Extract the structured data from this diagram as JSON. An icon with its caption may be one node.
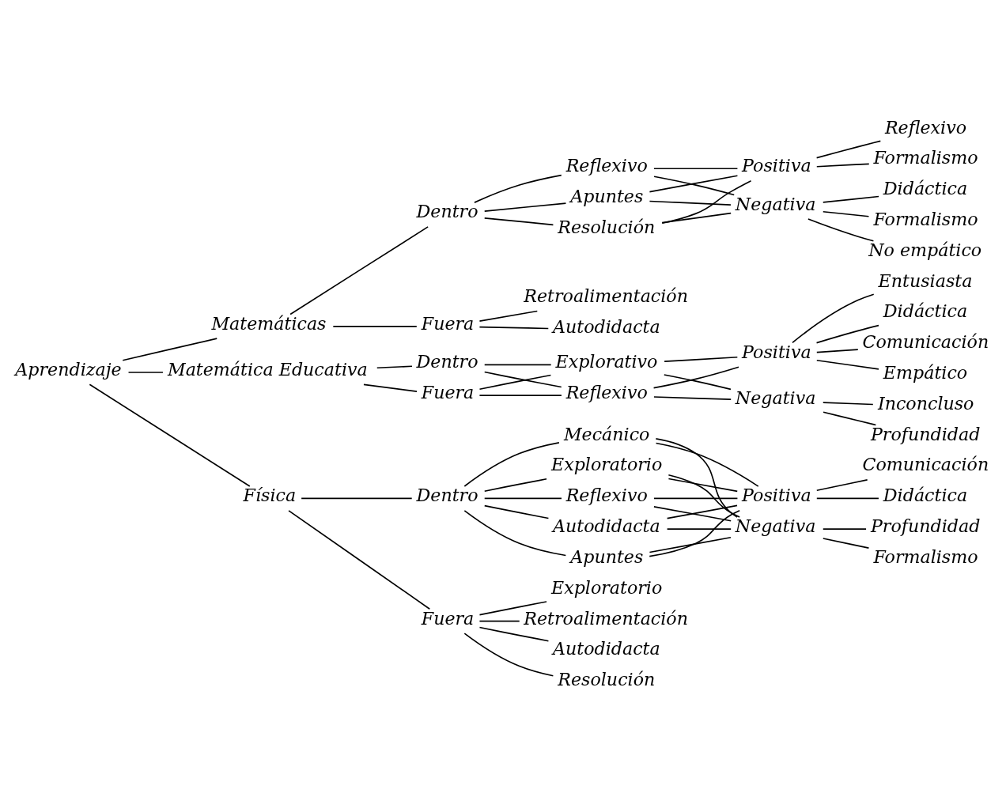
{
  "diagram": {
    "nodes": [
      {
        "text": [
          "Aprendizaje"
        ]
      },
      {
        "text": [
          "Matemáticas"
        ]
      },
      {
        "text": [
          "Dentro"
        ]
      },
      {
        "text": [
          "Reflexivo"
        ]
      },
      {
        "text": [
          "Apuntes"
        ]
      },
      {
        "text": [
          "Resolución"
        ]
      },
      {
        "text": [
          "Positiva"
        ]
      },
      {
        "text": [
          "Formalismo"
        ]
      },
      {
        "text": [
          "Reflexivo"
        ]
      },
      {
        "text": [
          "Negativa"
        ]
      },
      {
        "text": [
          "Didáctica"
        ]
      },
      {
        "text": [
          "Formalismo"
        ]
      },
      {
        "text": [
          "No empático"
        ]
      },
      {
        "text": [
          "Fuera"
        ]
      },
      {
        "text": [
          "Retroalimentación"
        ]
      },
      {
        "text": [
          "Autodidacta"
        ]
      },
      {
        "text": [
          "Matemática Educativa"
        ]
      },
      {
        "text": [
          "Dentro"
        ]
      },
      {
        "text": [
          "Fuera"
        ]
      },
      {
        "text": [
          "Explorativo"
        ]
      },
      {
        "text": [
          "Reflexivo"
        ]
      },
      {
        "text": [
          "Positiva"
        ]
      },
      {
        "text": [
          "Didáctica"
        ]
      },
      {
        "text": [
          "Comunicación"
        ]
      },
      {
        "text": [
          "Empático"
        ]
      },
      {
        "text": [
          "Entusiasta"
        ]
      },
      {
        "text": [
          "Negativa"
        ]
      },
      {
        "text": [
          "Profundidad"
        ]
      },
      {
        "text": [
          "Inconcluso"
        ]
      },
      {
        "text": [
          "Física"
        ]
      },
      {
        "text": [
          "Dentro"
        ]
      },
      {
        "text": [
          "Reflexivo"
        ]
      },
      {
        "text": [
          "Autodidacta"
        ]
      },
      {
        "text": [
          "Apuntes"
        ]
      },
      {
        "text": [
          "Mecánico"
        ]
      },
      {
        "text": [
          "Exploratorio"
        ]
      },
      {
        "text": [
          "Positiva"
        ]
      },
      {
        "text": [
          "Didáctica"
        ]
      },
      {
        "text": [
          "Comunicación"
        ]
      },
      {
        "text": [
          "Negativa"
        ]
      },
      {
        "text": [
          "Formalismo"
        ]
      },
      {
        "text": [
          "Profundidad"
        ]
      },
      {
        "text": [
          "Fuera"
        ]
      },
      {
        "text": [
          "Exploratorio"
        ]
      },
      {
        "text": [
          "Retroalimentación"
        ]
      },
      {
        "text": [
          "Autodidacta"
        ]
      },
      {
        "text": [
          "Resolución"
        ]
      }
    ],
    "edges": [
      {
        "from": 0,
        "to": 1,
        "arrow": "none"
      },
      {
        "from": 0,
        "to": 16,
        "arrow": "none"
      },
      {
        "from": 0,
        "to": 29,
        "arrow": "none"
      },
      {
        "from": 1,
        "to": 2,
        "arrow": "none"
      },
      {
        "from": 1,
        "to": 13,
        "arrow": "none"
      },
      {
        "from": 2,
        "to": 3,
        "arrow": "none"
      },
      {
        "from": 2,
        "to": 4,
        "arrow": "none"
      },
      {
        "from": 2,
        "to": 5,
        "arrow": "none"
      },
      {
        "from": 3,
        "to": 6,
        "arrow": "none"
      },
      {
        "from": 3,
        "to": 9,
        "arrow": "none"
      },
      {
        "from": 4,
        "to": 6,
        "arrow": "none"
      },
      {
        "from": 4,
        "to": 9,
        "arrow": "none"
      },
      {
        "from": 5,
        "to": 6,
        "arrow": "none"
      },
      {
        "from": 5,
        "to": 9,
        "arrow": "none"
      },
      {
        "from": 6,
        "to": 7,
        "arrow": "none"
      },
      {
        "from": 6,
        "to": 8,
        "arrow": "none"
      },
      {
        "from": 9,
        "to": 10,
        "arrow": "none"
      },
      {
        "from": 9,
        "to": 11,
        "arrow": "none"
      },
      {
        "from": 9,
        "to": 12,
        "arrow": "none"
      },
      {
        "from": 13,
        "to": 14,
        "arrow": "none"
      },
      {
        "from": 13,
        "to": 15,
        "arrow": "none"
      },
      {
        "from": 16,
        "to": 17,
        "arrow": "none"
      },
      {
        "from": 16,
        "to": 18,
        "arrow": "none"
      },
      {
        "from": 17,
        "to": 19,
        "arrow": "none"
      },
      {
        "from": 17,
        "to": 20,
        "arrow": "none"
      },
      {
        "from": 18,
        "to": 19,
        "arrow": "none"
      },
      {
        "from": 18,
        "to": 20,
        "arrow": "none"
      },
      {
        "from": 19,
        "to": 21,
        "arrow": "none"
      },
      {
        "from": 19,
        "to": 26,
        "arrow": "none"
      },
      {
        "from": 20,
        "to": 21,
        "arrow": "none"
      },
      {
        "from": 20,
        "to": 26,
        "arrow": "none"
      },
      {
        "from": 21,
        "to": 22,
        "arrow": "none"
      },
      {
        "from": 21,
        "to": 23,
        "arrow": "none"
      },
      {
        "from": 21,
        "to": 24,
        "arrow": "none"
      },
      {
        "from": 21,
        "to": 25,
        "arrow": "none"
      },
      {
        "from": 26,
        "to": 27,
        "arrow": "none"
      },
      {
        "from": 26,
        "to": 28,
        "arrow": "none"
      },
      {
        "from": 29,
        "to": 30,
        "arrow": "none"
      },
      {
        "from": 29,
        "to": 42,
        "arrow": "none"
      },
      {
        "from": 30,
        "to": 31,
        "arrow": "none"
      },
      {
        "from": 30,
        "to": 32,
        "arrow": "none"
      },
      {
        "from": 30,
        "to": 33,
        "arrow": "none"
      },
      {
        "from": 30,
        "to": 34,
        "arrow": "none"
      },
      {
        "from": 30,
        "to": 35,
        "arrow": "none"
      },
      {
        "from": 31,
        "to": 36,
        "arrow": "none"
      },
      {
        "from": 31,
        "to": 39,
        "arrow": "none"
      },
      {
        "from": 32,
        "to": 36,
        "arrow": "none"
      },
      {
        "from": 32,
        "to": 39,
        "arrow": "none"
      },
      {
        "from": 33,
        "to": 36,
        "arrow": "none"
      },
      {
        "from": 33,
        "to": 39,
        "arrow": "none"
      },
      {
        "from": 34,
        "to": 36,
        "arrow": "none"
      },
      {
        "from": 34,
        "to": 39,
        "arrow": "none"
      },
      {
        "from": 35,
        "to": 36,
        "arrow": "none"
      },
      {
        "from": 35,
        "to": 39,
        "arrow": "none"
      },
      {
        "from": 36,
        "to": 37,
        "arrow": "none"
      },
      {
        "from": 36,
        "to": 38,
        "arrow": "none"
      },
      {
        "from": 39,
        "to": 40,
        "arrow": "none"
      },
      {
        "from": 39,
        "to": 41,
        "arrow": "none"
      },
      {
        "from": 42,
        "to": 43,
        "arrow": "none"
      },
      {
        "from": 42,
        "to": 44,
        "arrow": "none"
      },
      {
        "from": 42,
        "to": 45,
        "arrow": "none"
      },
      {
        "from": 42,
        "to": 46,
        "arrow": "none"
      }
    ]
  }
}
